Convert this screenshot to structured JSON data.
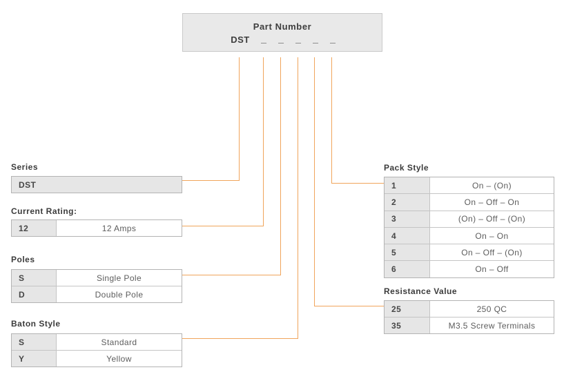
{
  "colors": {
    "accent_line": "#F0A45A",
    "cell_gray": "#E6E6E6",
    "table_border": "#B3B3B3"
  },
  "part_number_box": {
    "title": "Part Number",
    "prefix": "DST",
    "blanks": [
      "_",
      "_",
      "_",
      "_",
      "_"
    ]
  },
  "sections": {
    "series": {
      "heading": "Series",
      "rows": [
        {
          "key": "DST"
        }
      ]
    },
    "current_rating": {
      "heading": "Current Rating:",
      "rows": [
        {
          "key": "12",
          "value": "12 Amps"
        }
      ]
    },
    "poles": {
      "heading": "Poles",
      "rows": [
        {
          "key": "S",
          "value": "Single Pole"
        },
        {
          "key": "D",
          "value": "Double Pole"
        }
      ]
    },
    "baton_style": {
      "heading": "Baton Style",
      "rows": [
        {
          "key": "S",
          "value": "Standard"
        },
        {
          "key": "Y",
          "value": "Yellow"
        }
      ]
    },
    "pack_style": {
      "heading": "Pack Style",
      "rows": [
        {
          "key": "1",
          "value": "On – (On)"
        },
        {
          "key": "2",
          "value": "On – Off – On"
        },
        {
          "key": "3",
          "value": "(On) – Off – (On)"
        },
        {
          "key": "4",
          "value": "On – On"
        },
        {
          "key": "5",
          "value": "On – Off – (On)"
        },
        {
          "key": "6",
          "value": "On – Off"
        }
      ]
    },
    "resistance_value": {
      "heading": "Resistance Value",
      "rows": [
        {
          "key": "25",
          "value": "250 QC"
        },
        {
          "key": "35",
          "value": "M3.5 Screw Terminals"
        }
      ]
    }
  }
}
